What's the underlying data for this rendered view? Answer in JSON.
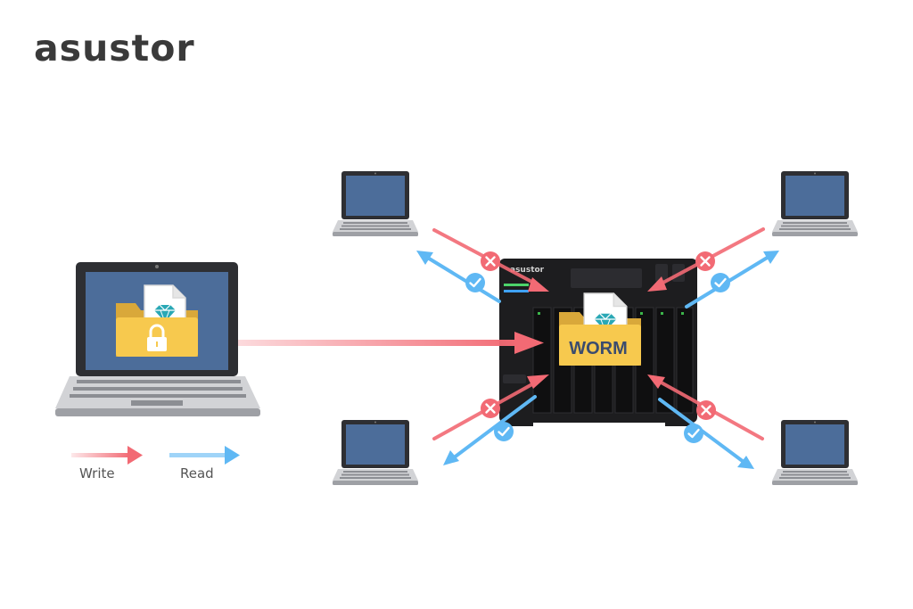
{
  "brand": {
    "name": "asustor"
  },
  "center": {
    "folder_label": "WORM",
    "device_brand": "asustor"
  },
  "legend": {
    "write_label": "Write",
    "read_label": "Read"
  },
  "colors": {
    "write": "#f26a74",
    "read": "#5fb8f4",
    "deny": "#f26a74",
    "allow": "#5fb8f4",
    "screen": "#4c6d9a",
    "folder": "#f7c94e",
    "nas": "#1d1d1f"
  },
  "icons": [
    "laptop-icon",
    "nas-device-icon",
    "folder-icon",
    "lock-icon",
    "diamond-icon",
    "document-icon",
    "deny-icon",
    "allow-icon",
    "arrow-icon"
  ]
}
